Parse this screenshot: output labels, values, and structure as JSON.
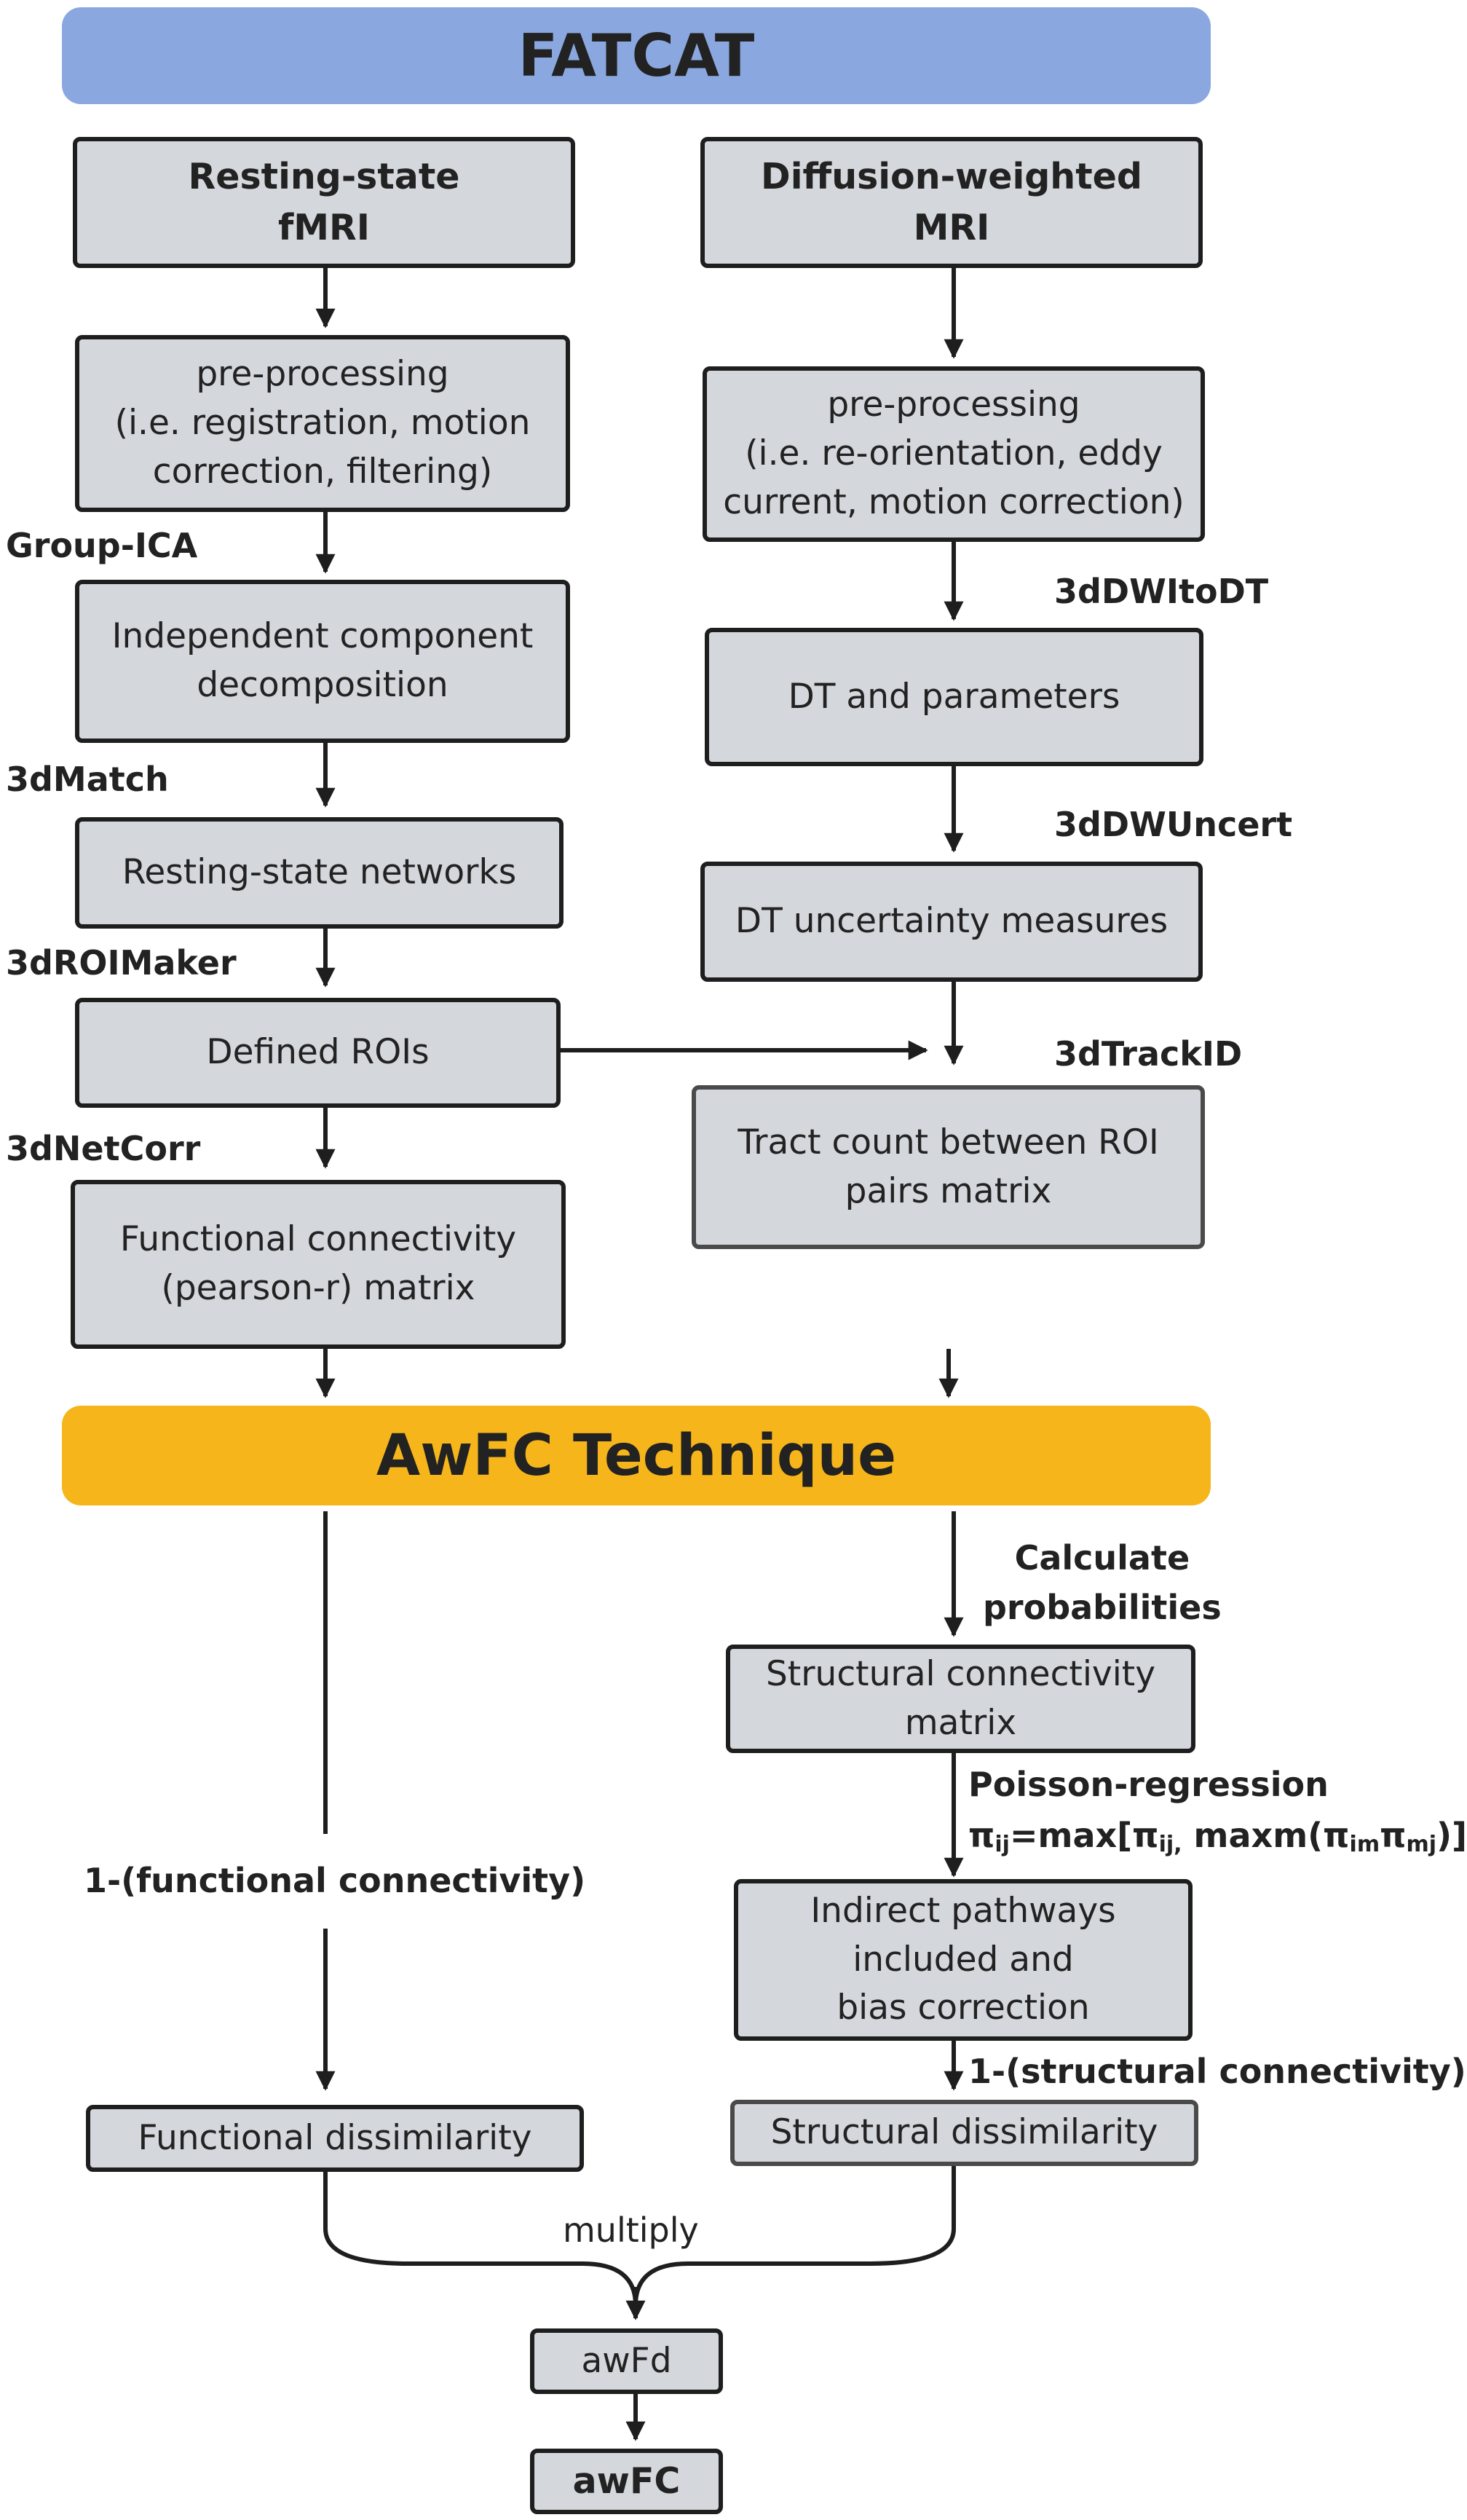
{
  "banners": {
    "top": "FATCAT",
    "middle": "AwFC Technique"
  },
  "colors": {
    "top_banner": "#8aa8df",
    "middle_banner": "#f6b51a",
    "box_fill": "#d4d7dc",
    "box_border": "#1e1e1e"
  },
  "boxes": {
    "rs_fmri": "Resting-state\nfMRI",
    "dw_mri": "Diffusion-weighted\nMRI",
    "preproc_left": "pre-processing\n(i.e. registration, motion\ncorrection, filtering)",
    "preproc_right": "pre-processing\n(i.e. re-orientation, eddy\ncurrent, motion correction)",
    "ica": "Independent component\ndecomposition",
    "dt_params": "DT and parameters",
    "rsn": "Resting-state networks",
    "dt_uncert": "DT uncertainty measures",
    "rois": "Defined ROIs",
    "tract_count": "Tract count between ROI\npairs matrix",
    "fc_matrix": "Functional connectivity\n(pearson-r) matrix",
    "sc_matrix": "Structural connectivity\nmatrix",
    "indirect": "Indirect pathways\nincluded  and\nbias correction",
    "func_dissim": "Functional dissimilarity",
    "struct_dissim": "Structural  dissimilarity",
    "awfd": "awFd",
    "awfc": "awFC"
  },
  "labels": {
    "group_ica": "Group-ICA",
    "match": "3dMatch",
    "roimaker": "3dROIMaker",
    "netcorr": "3dNetCorr",
    "dwitodt": "3dDWItoDT",
    "dwuncert": "3dDWUncert",
    "trackid": "3dTrackID",
    "calc_prob": "Calculate\nprobabilities",
    "poisson": "Poisson-regression",
    "one_minus_fc": "1-(functional connectivity)",
    "one_minus_sc": "1-(structural connectivity)",
    "multiply": "multiply"
  },
  "formula": {
    "pi": "π",
    "ij": "ij",
    "eq": "=max[π",
    "ij2": "ij,",
    "maxm": " maxm(π",
    "im": "im",
    "pi2": "π",
    "mj": "mj",
    "close": ")]"
  }
}
